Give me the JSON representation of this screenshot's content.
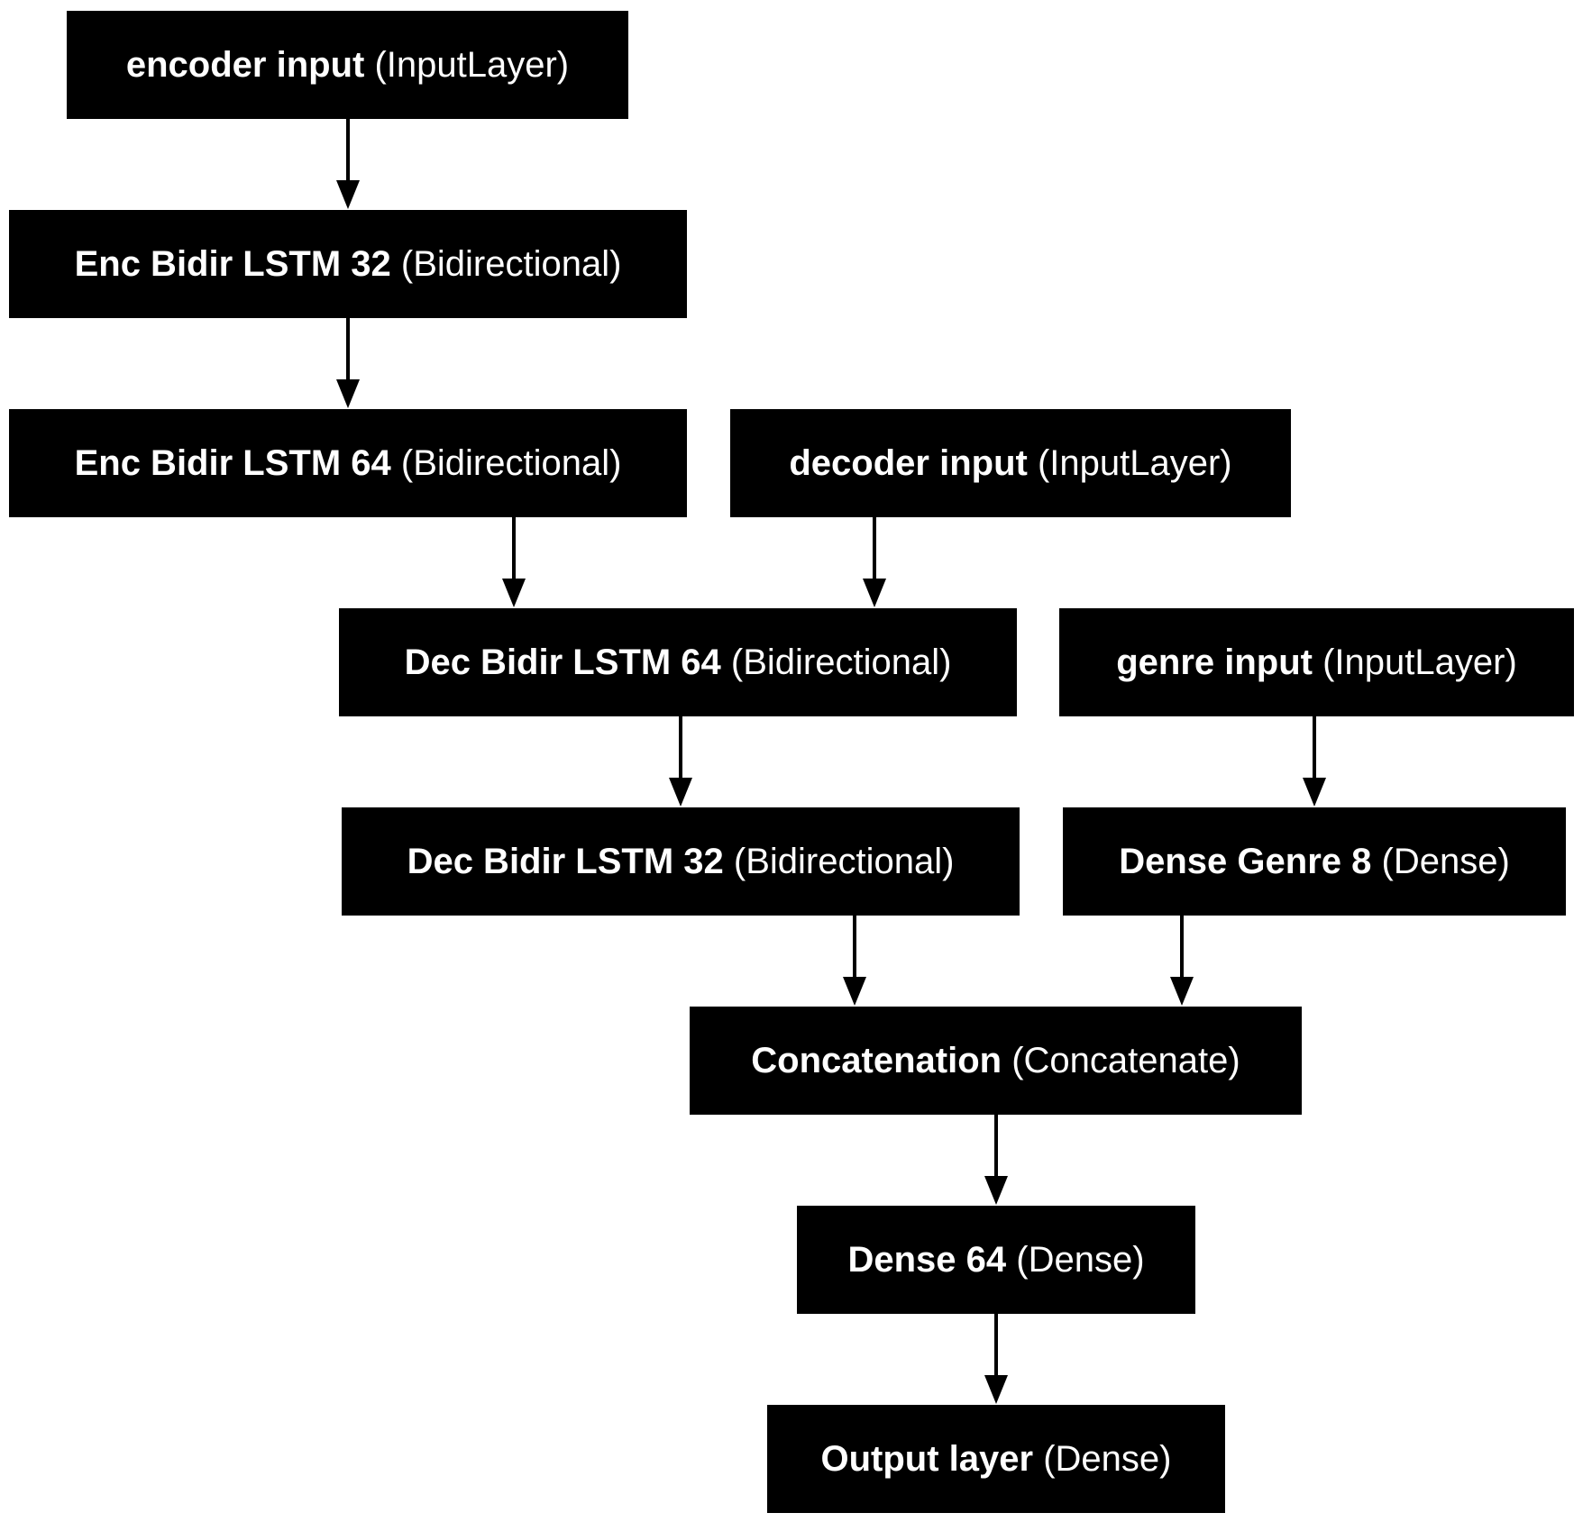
{
  "nodes": {
    "encoder_input": {
      "name": "encoder input",
      "type": "(InputLayer)"
    },
    "enc_lstm_32": {
      "name": "Enc Bidir LSTM 32",
      "type": "(Bidirectional)"
    },
    "enc_lstm_64": {
      "name": "Enc Bidir LSTM 64",
      "type": "(Bidirectional)"
    },
    "decoder_input": {
      "name": "decoder input",
      "type": "(InputLayer)"
    },
    "dec_lstm_64": {
      "name": "Dec Bidir LSTM 64",
      "type": "(Bidirectional)"
    },
    "genre_input": {
      "name": "genre input",
      "type": "(InputLayer)"
    },
    "dec_lstm_32": {
      "name": "Dec Bidir LSTM 32",
      "type": "(Bidirectional)"
    },
    "dense_genre_8": {
      "name": "Dense Genre 8",
      "type": "(Dense)"
    },
    "concatenation": {
      "name": "Concatenation",
      "type": "(Concatenate)"
    },
    "dense_64": {
      "name": "Dense 64",
      "type": "(Dense)"
    },
    "output_layer": {
      "name": "Output layer",
      "type": "(Dense)"
    }
  },
  "edges": [
    [
      "encoder_input",
      "enc_lstm_32"
    ],
    [
      "enc_lstm_32",
      "enc_lstm_64"
    ],
    [
      "enc_lstm_64",
      "dec_lstm_64"
    ],
    [
      "decoder_input",
      "dec_lstm_64"
    ],
    [
      "dec_lstm_64",
      "dec_lstm_32"
    ],
    [
      "genre_input",
      "dense_genre_8"
    ],
    [
      "dec_lstm_32",
      "concatenation"
    ],
    [
      "dense_genre_8",
      "concatenation"
    ],
    [
      "concatenation",
      "dense_64"
    ],
    [
      "dense_64",
      "output_layer"
    ]
  ],
  "colors": {
    "node_fill": "#000000",
    "node_text": "#ffffff",
    "edge": "#000000",
    "background": "#ffffff"
  }
}
